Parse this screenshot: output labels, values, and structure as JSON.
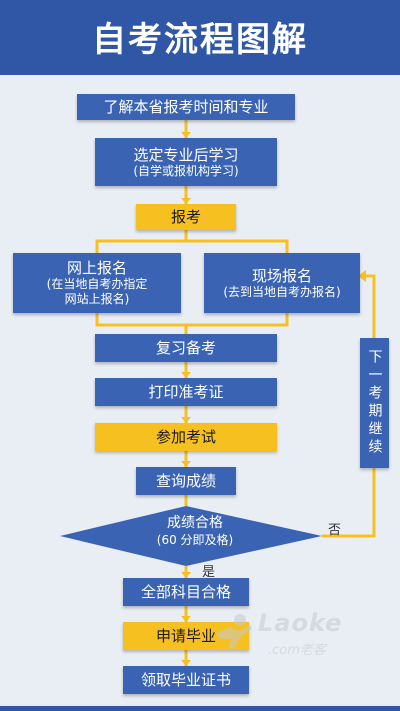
{
  "header": {
    "title": "自考流程图解"
  },
  "colors": {
    "header": "#2f57a5",
    "box_blue": "#3a64b3",
    "box_yellow": "#f6c021",
    "line": "#f6c021",
    "background": "#e9eef5"
  },
  "steps": {
    "understand": "了解本省报考时间和专业",
    "choose_main": "选定专业后学习",
    "choose_sub": "(自学或报机构学习)",
    "register": "报考",
    "online_main": "网上报名",
    "online_sub_1": "(在当地自考办指定",
    "online_sub_2": "网站上报名)",
    "onsite_main": "现场报名",
    "onsite_sub": "(去到当地自考办报名)",
    "review": "复习备考",
    "print_ticket": "打印准考证",
    "take_exam": "参加考试",
    "check_scores": "查询成绩",
    "passed_main": "成绩合格",
    "passed_sub": "(60 分即及格)",
    "yes": "是",
    "no": "否",
    "next_exam": "下一考期继续",
    "all_passed": "全部科目合格",
    "apply_grad": "申请毕业",
    "get_cert": "领取毕业证书"
  },
  "watermark": {
    "brand": "Laoke",
    "sub": ".com老客"
  }
}
